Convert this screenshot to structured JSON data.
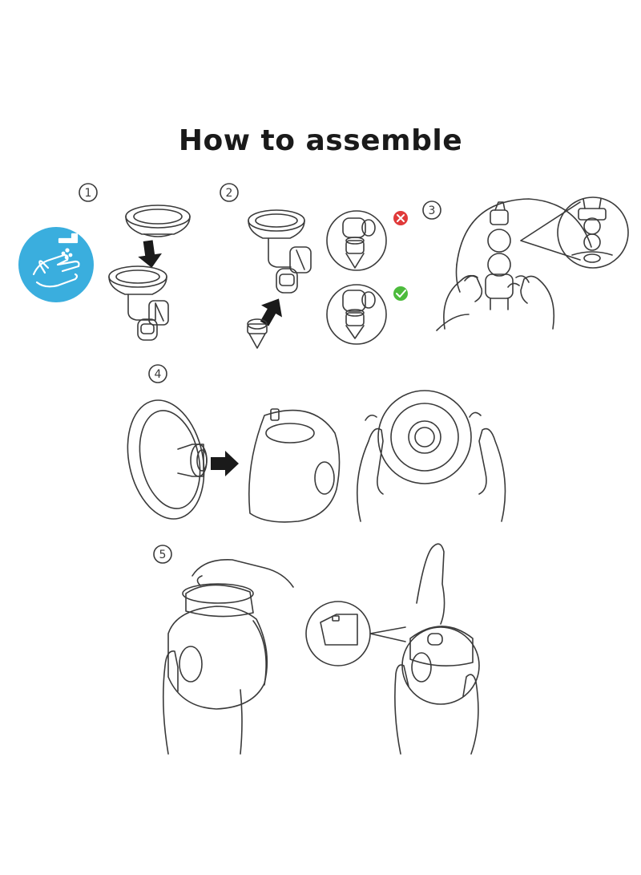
{
  "title": "How to assemble",
  "steps": [
    {
      "number": "1"
    },
    {
      "number": "2"
    },
    {
      "number": "3"
    },
    {
      "number": "4"
    },
    {
      "number": "5"
    }
  ],
  "icons": {
    "hand_wash": "hand-wash-icon",
    "wrong": "wrong-mark-icon",
    "correct": "correct-mark-icon"
  },
  "colors": {
    "hand_wash_bg": "#3aaede",
    "wrong": "#e03a3a",
    "correct": "#4cbb3c",
    "line": "#3a3a3a",
    "arrow": "#1a1a1a"
  }
}
